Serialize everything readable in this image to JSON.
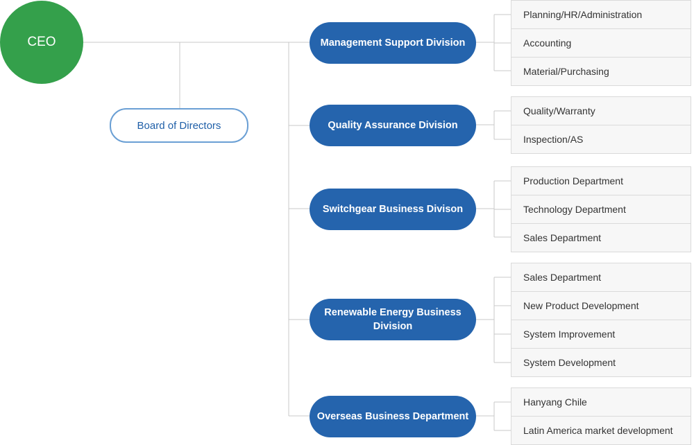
{
  "ceo": "CEO",
  "board": "Board of Directors",
  "divisions": [
    {
      "label": "Management Support Division",
      "departments": [
        "Planning/HR/Administration",
        "Accounting",
        "Material/Purchasing"
      ]
    },
    {
      "label": "Quality Assurance Division",
      "departments": [
        "Quality/Warranty",
        "Inspection/AS"
      ]
    },
    {
      "label": "Switchgear Business Divison",
      "departments": [
        "Production Department",
        "Technology Department",
        "Sales Department"
      ]
    },
    {
      "label": "Renewable Energy Business Division",
      "departments": [
        "Sales Department",
        "New Product Development",
        "System Improvement",
        "System Development"
      ]
    },
    {
      "label": "Overseas Business Department",
      "departments": [
        "Hanyang Chile",
        "Latin America market development"
      ]
    }
  ],
  "colors": {
    "ceo": "#34a04b",
    "division": "#2564ad",
    "board_border": "#6a9fd4",
    "board_text": "#1f5fa8",
    "lines": "#c8c8c8"
  }
}
